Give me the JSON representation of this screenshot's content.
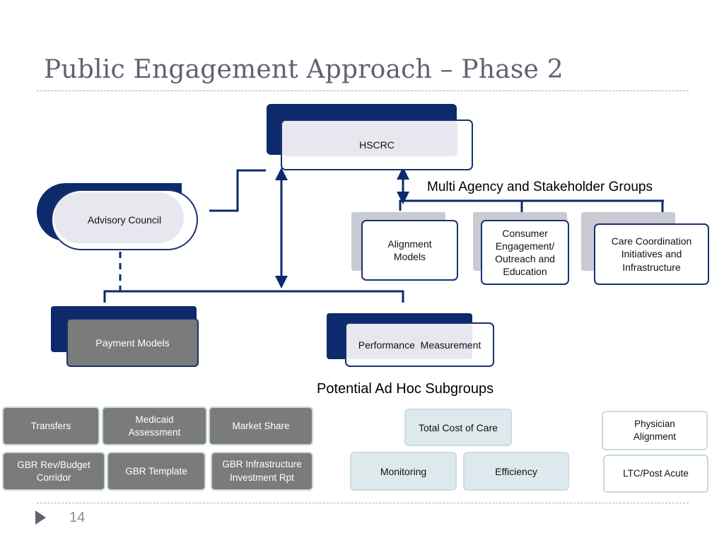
{
  "slide": {
    "title": "Public Engagement Approach – Phase 2",
    "page_number": "14"
  },
  "diagram": {
    "hscrc": "HSCRC",
    "advisory_council": "Advisory Council",
    "multi_agency_heading": "Multi Agency and Stakeholder Groups",
    "stakeholder_groups": [
      "Alignment Models",
      "Consumer Engagement/ Outreach and Education",
      "Care Coordination Initiatives and Infrastructure"
    ],
    "payment_models": "Payment Models",
    "performance_measurement": "Performance  Measurement",
    "subgroups_heading": "Potential Ad Hoc Subgroups",
    "payment_subgroups": [
      "Transfers",
      "Medicaid Assessment",
      "Market Share",
      "GBR Rev/Budget Corridor",
      "GBR Template",
      "GBR Infrastructure Investment  Rpt"
    ],
    "performance_subgroups": [
      "Total Cost of Care",
      "Monitoring",
      "Efficiency"
    ],
    "other_subgroups": [
      "Physician Alignment",
      "LTC/Post Acute"
    ]
  },
  "colors": {
    "navy": "#0d2a6c",
    "title_gray": "#5f6270",
    "payment_gray": "#7b7b7b",
    "teal_light": "#dde9ec"
  }
}
